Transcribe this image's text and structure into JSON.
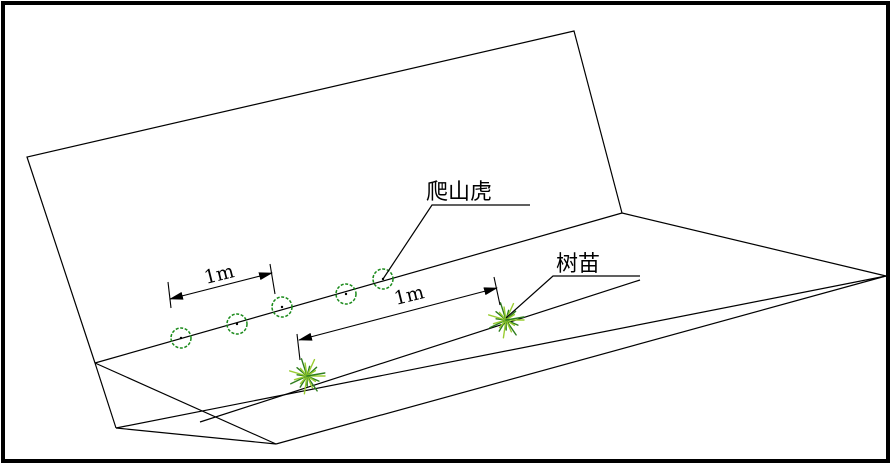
{
  "labels": {
    "climber": "爬山虎",
    "seedling": "树苗",
    "spacing_top": "1m",
    "spacing_bottom": "1m"
  },
  "colors": {
    "climber_circle": "#1a8a1a",
    "shrub_light": "#9acd32",
    "shrub_dark": "#2e7d1e",
    "line": "#000000"
  },
  "icons": {
    "climber": "dashed-circle-plant-symbol",
    "seedling": "starburst-shrub-symbol"
  }
}
